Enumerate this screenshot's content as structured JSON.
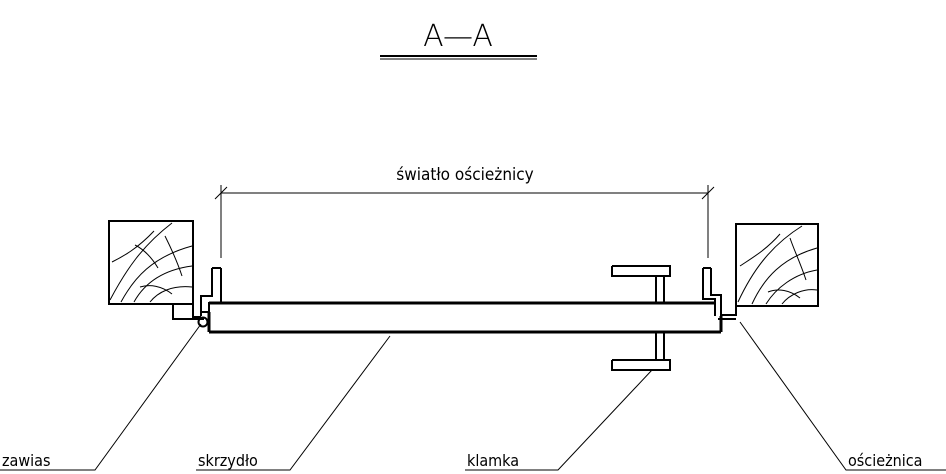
{
  "title": "A—A",
  "dimension_label": "światło ościeżnicy",
  "labels": {
    "hinge": "zawias",
    "leaf": "skrzydło",
    "handle": "klamka",
    "frame": "ościeżnica"
  }
}
